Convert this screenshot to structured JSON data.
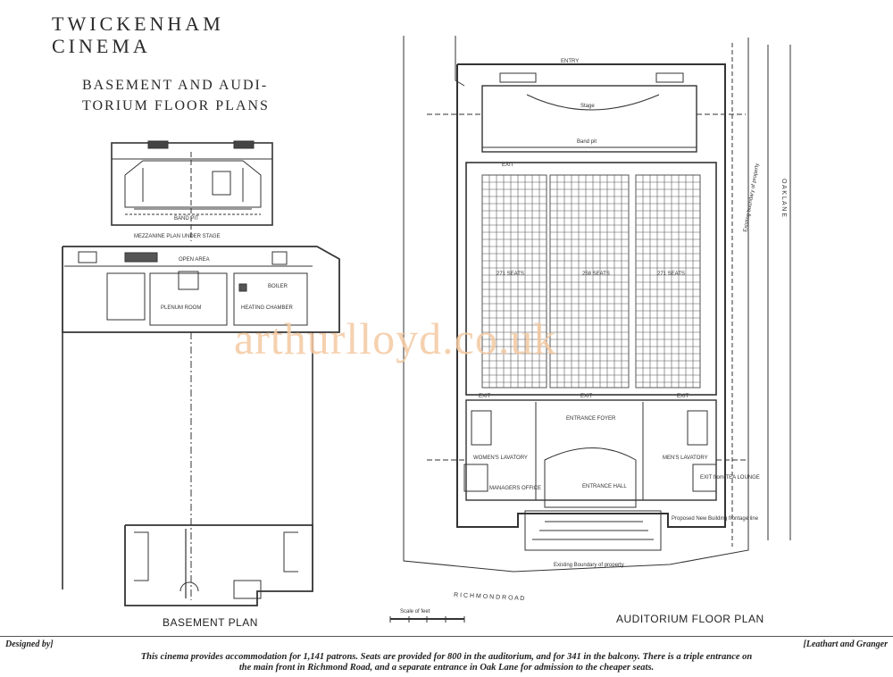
{
  "title": {
    "line1": "TWICKENHAM",
    "line2": "CINEMA",
    "sub1": "BASEMENT AND AUDI-",
    "sub2": "TORIUM FLOOR PLANS"
  },
  "labels": {
    "basement_plan": "BASEMENT PLAN",
    "auditorium_floor_plan": "AUDITORIUM FLOOR PLAN",
    "mezzanine": "MEZZANINE PLAN UNDER STAGE",
    "band_pit": "BAND PIT",
    "open_area": "OPEN AREA",
    "plenum_room": "PLENUM ROOM",
    "heating_chamber": "HEATING CHAMBER",
    "boiler": "BOILER",
    "entry": "ENTRY",
    "stage": "Stage",
    "band_pit_upper": "Band pit",
    "exit": "EXIT",
    "seats_left": "271 SEATS",
    "seats_centre": "258 SEATS",
    "seats_right": "271 SEATS",
    "entrance_foyer": "ENTRANCE FOYER",
    "entrance_hall": "ENTRANCE HALL",
    "managers_office": "MANAGERS OFFICE",
    "ladies_lav": "WOMEN'S LAVATORY",
    "mens_lav": "MEN'S LAVATORY",
    "tea_lounge": "EXIT from TEA LOUNGE",
    "existing_boundary": "Existing Boundary of property",
    "proposed_building": "Proposed New Building frontage line",
    "boundary_side": "Existing boundary of property",
    "oak_lane": "O A K   L A N E",
    "richmond_road": "R I C H M O N D          R O A D",
    "scale": "Scale of feet"
  },
  "watermark": "arthurlloyd.co.uk",
  "footer": {
    "designed_by": "Designed by]",
    "architects": "[Leathart and Granger",
    "caption_line1": "This cinema provides accommodation for 1,141 patrons.  Seats are provided for 800 in the auditorium, and for 341 in the balcony.  There is a triple entrance on",
    "caption_line2": "the main front in Richmond Road, and a separate entrance in Oak Lane for admission to the cheaper seats."
  }
}
